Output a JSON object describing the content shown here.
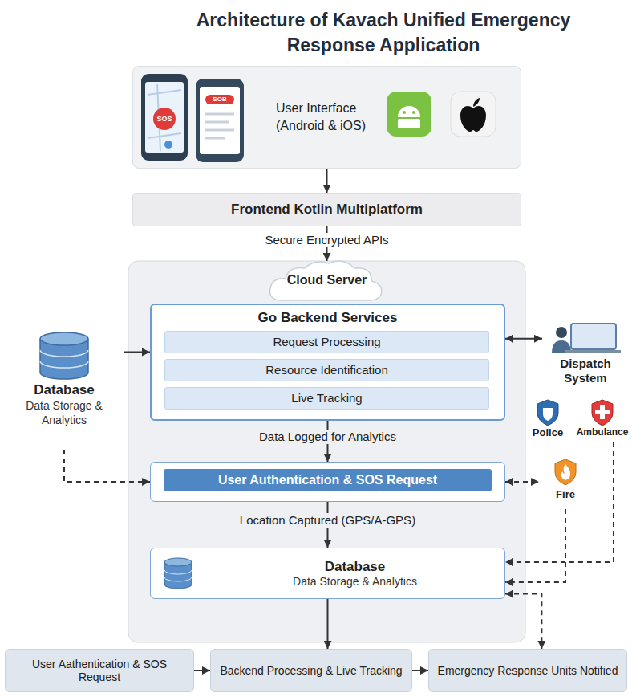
{
  "diagram": {
    "title": "Architecture of Kavach Unified Emergency Response Application",
    "nodes": [
      {
        "text": [
          "User Interface (Android & iOS)"
        ]
      },
      {
        "text": [
          "Frontend Kotlin Multiplatform"
        ]
      },
      {
        "text": [
          "Cloud Server"
        ]
      },
      {
        "text": [
          "Go Backend Services"
        ],
        "in": 2
      },
      {
        "text": [
          "Request Processing"
        ],
        "in": 3
      },
      {
        "text": [
          "Resource Identification"
        ],
        "in": 3
      },
      {
        "text": [
          "Live Tracking"
        ],
        "in": 3
      },
      {
        "text": [
          "User Authentication & SOS Request"
        ],
        "in": 2
      },
      {
        "text": [
          "Database",
          "Data Storage & Analytics"
        ],
        "in": 2
      },
      {
        "text": [
          "Database",
          "Data Storage & Analytics"
        ]
      },
      {
        "text": [
          "Dispatch System"
        ]
      },
      {
        "text": [
          "Police"
        ]
      },
      {
        "text": [
          "Ambulance"
        ]
      },
      {
        "text": [
          "Fire"
        ]
      },
      {
        "text": [
          "User Aathentication & SOS Request"
        ]
      },
      {
        "text": [
          "Backend Processing & Live Tracking"
        ]
      },
      {
        "text": [
          "Emergency Response Units Notified"
        ]
      }
    ],
    "edges": [
      {
        "from": 0,
        "to": 1,
        "arrow": "to"
      },
      {
        "from": 1,
        "to": 2,
        "label": "Secure Encrypted APIs",
        "arrow": "to"
      },
      {
        "from": 3,
        "to": 7,
        "label": "Data Logged for Analytics",
        "arrow": "to"
      },
      {
        "from": 7,
        "to": 8,
        "label": "Location Captured (GPS/A-GPS)",
        "arrow": "to"
      },
      {
        "from": 9,
        "to": 3,
        "arrow": "to"
      },
      {
        "from": 9,
        "to": 7,
        "arrow": "to"
      },
      {
        "from": 3,
        "to": 10,
        "arrow": "both"
      },
      {
        "from": 7,
        "to": 13,
        "arrow": "both"
      },
      {
        "from": 12,
        "to": 8,
        "arrow": "to"
      },
      {
        "from": 13,
        "to": 8,
        "arrow": "to"
      },
      {
        "from": 8,
        "to": 16,
        "arrow": "both"
      },
      {
        "from": 8,
        "to": 15,
        "arrow": "to"
      },
      {
        "from": 14,
        "to": 15,
        "arrow": "to"
      },
      {
        "from": 15,
        "to": 16,
        "arrow": "to"
      }
    ],
    "labels": [
      "SOS",
      "SOB"
    ]
  }
}
